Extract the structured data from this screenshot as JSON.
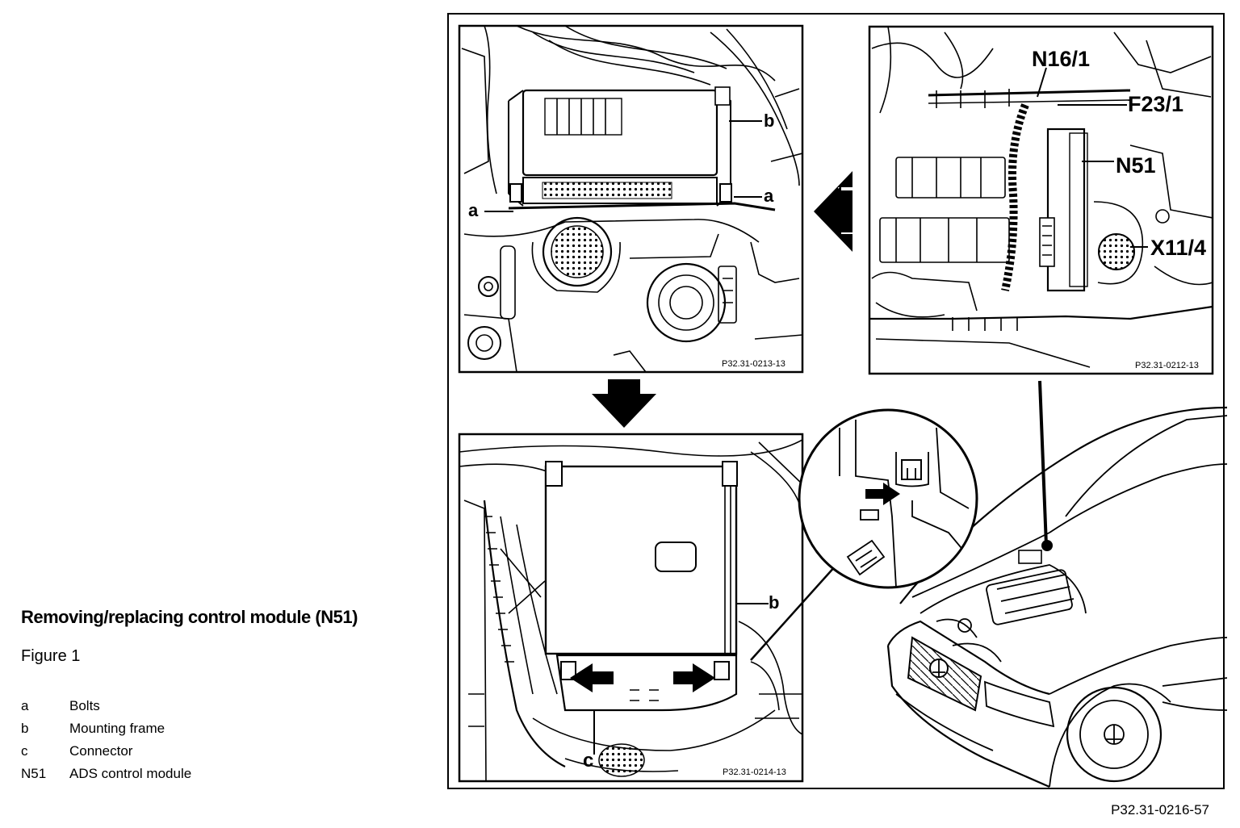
{
  "caption": {
    "title": "Removing/replacing control module (N51)",
    "figure": "Figure 1"
  },
  "legend": [
    {
      "key": "a",
      "text": "Bolts"
    },
    {
      "key": "b",
      "text": "Mounting frame"
    },
    {
      "key": "c",
      "text": "Connector"
    },
    {
      "key": "N51",
      "text": "ADS control module"
    }
  ],
  "panels": {
    "top_left": {
      "code": "P32.31-0213-13",
      "labels": {
        "a_left": "a",
        "a_right": "a",
        "b": "b"
      }
    },
    "top_right": {
      "code": "P32.31-0212-13",
      "labels": {
        "n16": "N16/1",
        "f23": "F23/1",
        "n51": "N51",
        "x11": "X11/4"
      }
    },
    "bottom_left": {
      "code": "P32.31-0214-13",
      "labels": {
        "b": "b",
        "c": "c"
      }
    }
  },
  "figure_ref": "P32.31-0216-57"
}
